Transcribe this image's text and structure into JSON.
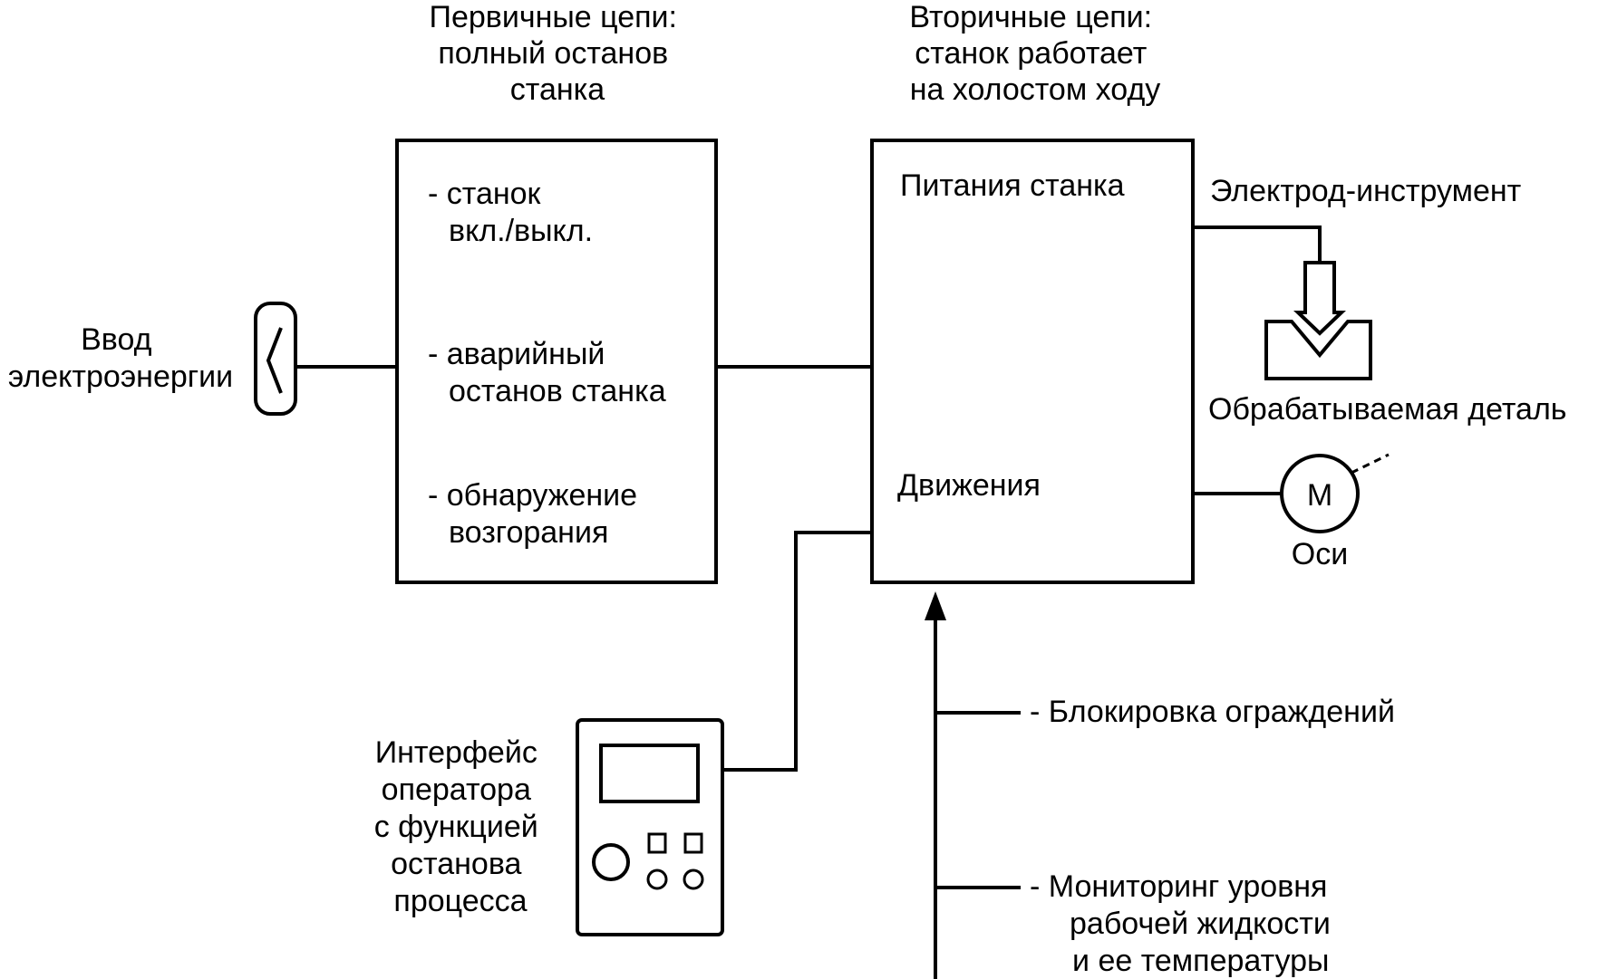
{
  "primary_header": [
    "Первичные цепи:",
    "полный останов",
    "станка"
  ],
  "secondary_header": [
    "Вторичные цепи:",
    "станок работает",
    "на холостом ходу"
  ],
  "primary_items": [
    [
      "- станок",
      "вкл./выкл."
    ],
    [
      "- аварийный",
      "останов станка"
    ],
    [
      "- обнаружение",
      "возгорания"
    ]
  ],
  "secondary_power": "Питания станка",
  "secondary_motion": "Движения",
  "power_input": [
    "Ввод",
    "электроэнергии"
  ],
  "electrode_label": "Электрод-инструмент",
  "workpiece_label": "Обрабатываемая деталь",
  "motor_symbol": "M",
  "axes_label": "Оси",
  "operator_interface": [
    "Интерфейс",
    "оператора",
    "с функцией",
    "останова",
    "процесса"
  ],
  "guard_interlock": "- Блокировка ограждений",
  "fluid_monitoring": [
    "- Мониторинг уровня",
    "рабочей жидкости",
    "и ее температуры"
  ]
}
